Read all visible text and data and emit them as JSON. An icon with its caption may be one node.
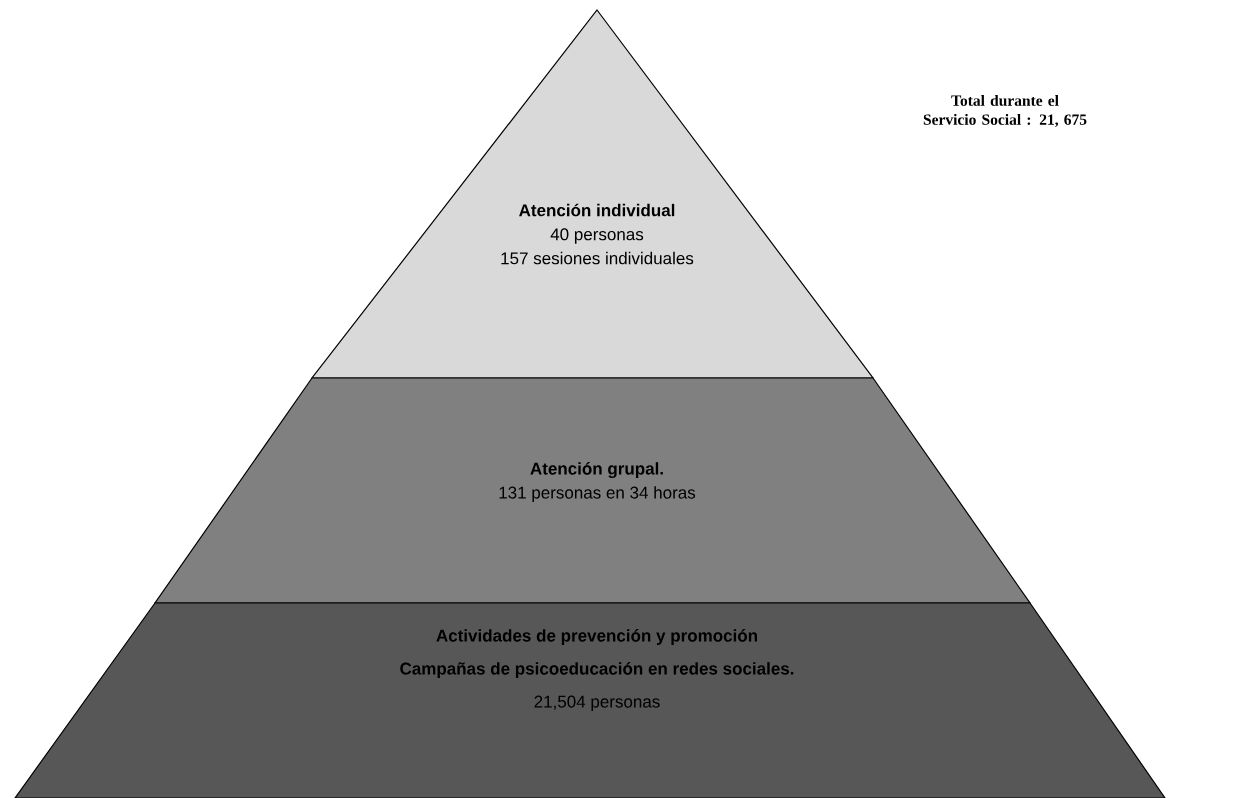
{
  "diagram": {
    "nodes": [
      {
        "text": [
          "Atención individual",
          "40 personas",
          "157 sesiones individuales"
        ]
      },
      {
        "text": [
          "Atención grupal.",
          "131 personas en 34 horas"
        ]
      },
      {
        "text": [
          "Actividades de prevención y promoción",
          "Campañas de psicoeducación en redes sociales.",
          "21,504 personas"
        ]
      }
    ],
    "labels": [
      "Total durante el Servicio Social : 21, 675"
    ]
  }
}
